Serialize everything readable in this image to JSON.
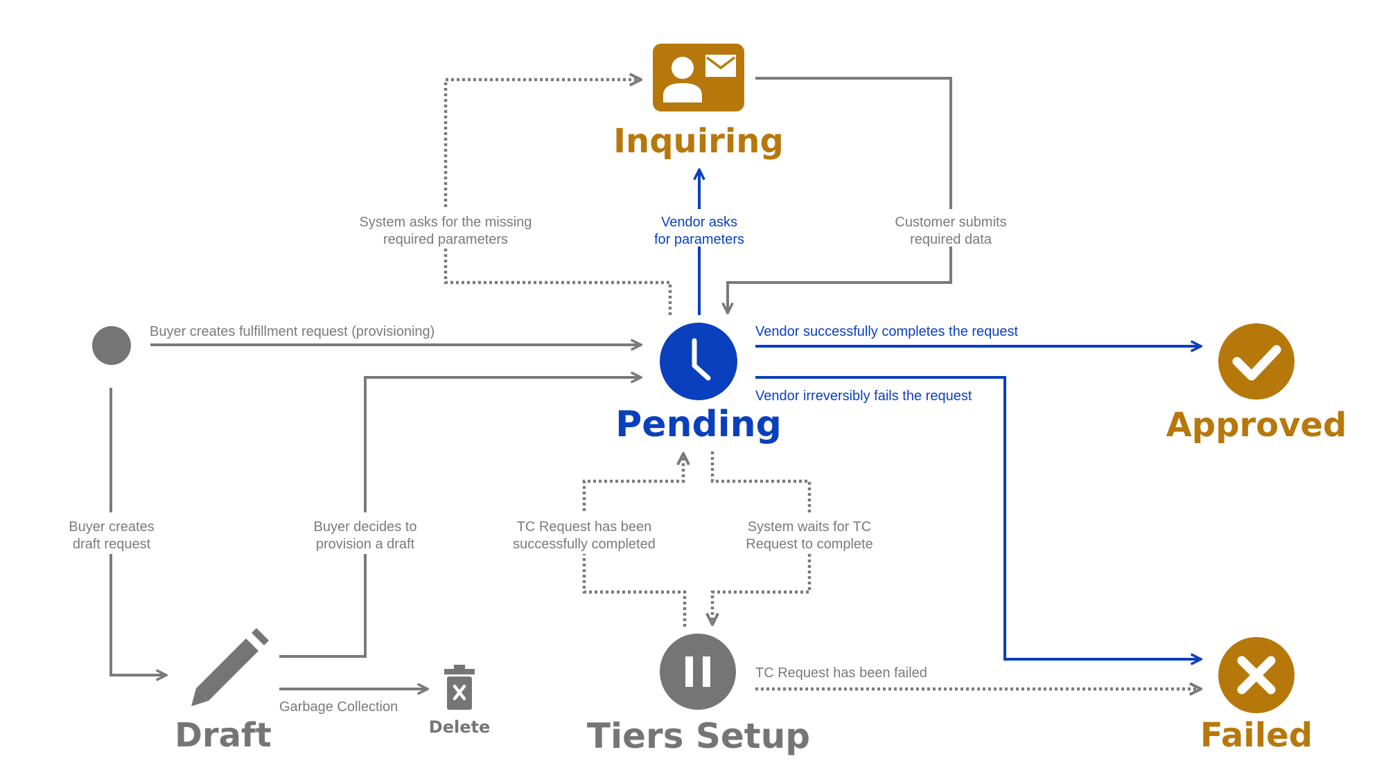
{
  "colors": {
    "gray": "#7a7a7a",
    "blue": "#0a3fbd",
    "gold": "#b7780b",
    "white": "#ffffff"
  },
  "states": {
    "inquiring": {
      "name": "Inquiring",
      "icon": "contact-card-icon"
    },
    "pending": {
      "name": "Pending",
      "icon": "clock-icon"
    },
    "approved": {
      "name": "Approved",
      "icon": "checkmark-icon"
    },
    "failed": {
      "name": "Failed",
      "icon": "x-mark-icon"
    },
    "draft": {
      "name": "Draft",
      "icon": "pencil-icon"
    },
    "delete": {
      "name": "Delete",
      "icon": "trash-icon"
    },
    "tiers_setup": {
      "name": "Tiers Setup",
      "icon": "pause-icon"
    },
    "start": {
      "icon": "start-dot-icon"
    }
  },
  "transitions": {
    "system_asks": [
      "System asks for the missing",
      "required parameters"
    ],
    "vendor_asks": [
      "Vendor asks",
      "for parameters"
    ],
    "customer_submits": [
      "Customer submits",
      "required data"
    ],
    "buyer_creates_fulfillment": "Buyer creates fulfillment request (provisioning)",
    "vendor_completes": "Vendor successfully completes the request",
    "vendor_fails": "Vendor irreversibly fails the request",
    "buyer_creates_draft": [
      "Buyer creates",
      "draft request"
    ],
    "buyer_provisions_draft": [
      "Buyer decides to",
      "provision a draft"
    ],
    "tc_completed": [
      "TC Request has been",
      "successfully completed"
    ],
    "system_waits": [
      "System waits for TC",
      "Request to complete"
    ],
    "garbage_collection": "Garbage Collection",
    "tc_failed": "TC Request has been failed"
  }
}
